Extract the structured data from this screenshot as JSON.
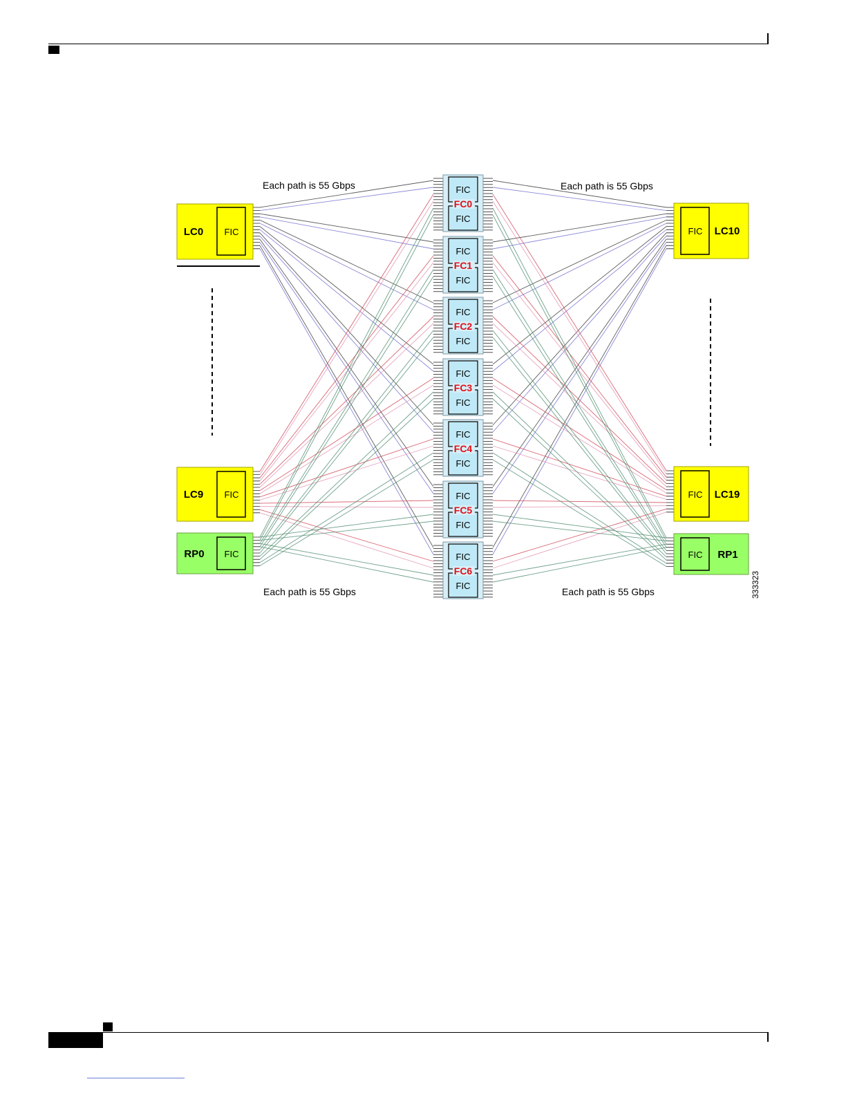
{
  "diagram": {
    "path_label_top_left": "Each path is 55 Gbps",
    "path_label_top_right": "Each path is 55 Gbps",
    "path_label_bottom_left": "Each path is 55 Gbps",
    "path_label_bottom_right": "Each path is 55 Gbps",
    "figure_number": "333323",
    "fic_label": "FIC",
    "left_cards": [
      {
        "name": "LC0",
        "fic": "FIC",
        "kind": "linecard"
      },
      {
        "name": "LC9",
        "fic": "FIC",
        "kind": "linecard"
      },
      {
        "name": "RP0",
        "fic": "FIC",
        "kind": "rp"
      }
    ],
    "right_cards": [
      {
        "name": "LC10",
        "fic": "FIC",
        "kind": "linecard"
      },
      {
        "name": "LC19",
        "fic": "FIC",
        "kind": "linecard"
      },
      {
        "name": "RP1",
        "fic": "FIC",
        "kind": "rp"
      }
    ],
    "fabric_cards": [
      {
        "name": "FC0",
        "top": "FIC",
        "bottom": "FIC"
      },
      {
        "name": "FC1",
        "top": "FIC",
        "bottom": "FIC"
      },
      {
        "name": "FC2",
        "top": "FIC",
        "bottom": "FIC"
      },
      {
        "name": "FC3",
        "top": "FIC",
        "bottom": "FIC"
      },
      {
        "name": "FC4",
        "top": "FIC",
        "bottom": "FIC"
      },
      {
        "name": "FC5",
        "top": "FIC",
        "bottom": "FIC"
      },
      {
        "name": "FC6",
        "top": "FIC",
        "bottom": "FIC"
      }
    ],
    "colors": {
      "linecard": "#ffff00",
      "rp": "#99ff66",
      "fabric": "#bfe9f7",
      "fc_label": "#e0101a",
      "line_black": "#333333",
      "line_blue": "#6a6ad0",
      "line_red": "#d04050",
      "line_pink": "#e090b0",
      "line_green": "#4a8a6a"
    }
  }
}
